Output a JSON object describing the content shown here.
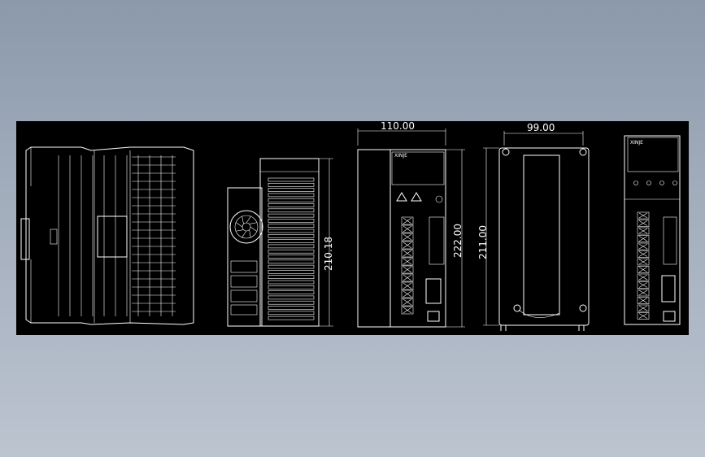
{
  "drawing": {
    "views": [
      {
        "name": "top-view"
      },
      {
        "name": "side-view"
      },
      {
        "name": "front-view",
        "brand": "XINJE",
        "dimension_width": "110.00",
        "dimension_height": "222.00"
      },
      {
        "name": "rear-view",
        "dimension_width": "99.00",
        "dimension_height": "211.00"
      },
      {
        "name": "front-view-small",
        "brand": "XINJE"
      }
    ],
    "side_dimension": "210.18"
  },
  "colors": {
    "background": "#000000",
    "lines": "#ffffff",
    "page_bg_top": "#8b99ab",
    "page_bg_bottom": "#bcc4d0"
  }
}
